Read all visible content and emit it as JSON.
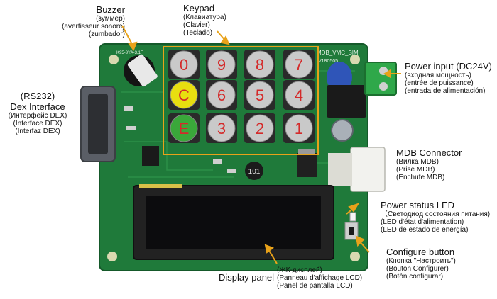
{
  "labels": {
    "buzzer": {
      "title": "Buzzer",
      "lines": [
        "(зуммер)",
        "(avertisseur sonore)",
        "(zumbador)"
      ]
    },
    "keypad": {
      "title": "Keypad",
      "lines": [
        "(Клавиатура)",
        "(Clavier)",
        "(Teclado)"
      ]
    },
    "power_input": {
      "title": "Power input (DC24V)",
      "lines": [
        "(входная мощность)",
        "(entrée de puissance)",
        "(entrada de alimentación)"
      ]
    },
    "dex": {
      "title_lines": [
        "(RS232)",
        "Dex Interface"
      ],
      "lines": [
        "(Интерфейс DEX)",
        "(Interface DEX)",
        "(Interfaz DEX)"
      ]
    },
    "mdb": {
      "title": "MDB Connector",
      "lines": [
        "(Вилка MDB)",
        "(Prise MDB)",
        "(Enchufe MDB)"
      ]
    },
    "power_led": {
      "title": "Power status LED",
      "lines": [
        "（Светодиод состояния питания)",
        "(LED d'état d'alimentation)",
        "(LED de estado de energía)"
      ]
    },
    "config": {
      "title": "Configure button",
      "lines": [
        "(Кнопка \"Настроить\")",
        "(Bouton Configurer)",
        "(Botón configurar)"
      ]
    },
    "display": {
      "title": "Display panel",
      "lines": [
        "(ЖК-дисплей)",
        "(Panneau d'affichage LCD)",
        "(Panel de pantalla LCD)"
      ]
    }
  },
  "board": {
    "silk_model": "MDB_VMC_SIM",
    "silk_date": "V180505",
    "silk_small": "K95-3YA-3.1F",
    "cap_marking": "101"
  },
  "keypad_keys": [
    {
      "label": "0",
      "color": "gray"
    },
    {
      "label": "9",
      "color": "gray"
    },
    {
      "label": "8",
      "color": "gray"
    },
    {
      "label": "7",
      "color": "gray"
    },
    {
      "label": "C",
      "color": "yellow"
    },
    {
      "label": "6",
      "color": "gray"
    },
    {
      "label": "5",
      "color": "gray"
    },
    {
      "label": "4",
      "color": "gray"
    },
    {
      "label": "E",
      "color": "green"
    },
    {
      "label": "3",
      "color": "gray"
    },
    {
      "label": "2",
      "color": "gray"
    },
    {
      "label": "1",
      "color": "gray"
    }
  ],
  "colors": {
    "pcb": "#1f7a3a",
    "pcb_dark": "#15592a",
    "key_gray": "#c9c9c9",
    "key_yellow": "#e8de10",
    "key_green": "#3aa83a",
    "digit_red": "#d42a2a",
    "pointer": "#e8a21a"
  }
}
